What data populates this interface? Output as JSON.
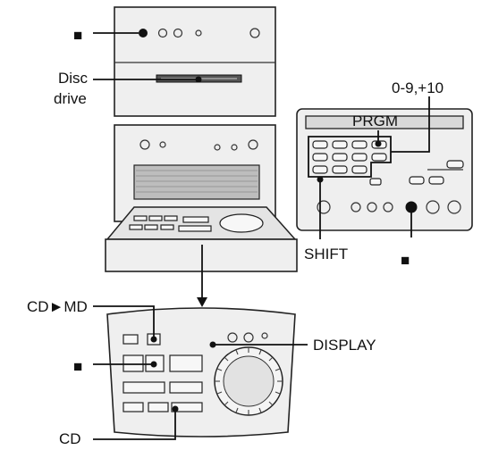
{
  "labels": {
    "stop_top": "■",
    "disc_drive_line1": "Disc",
    "disc_drive_line2": "drive",
    "zero_nine": "0-9,+10",
    "prgm": "PRGM",
    "shift": "SHIFT",
    "stop_remote": "■",
    "cd_md_cd": "CD",
    "cd_md_arrow": "►",
    "cd_md_md": "MD",
    "display": "DISPLAY",
    "stop_panel": "■",
    "cd": "CD"
  }
}
